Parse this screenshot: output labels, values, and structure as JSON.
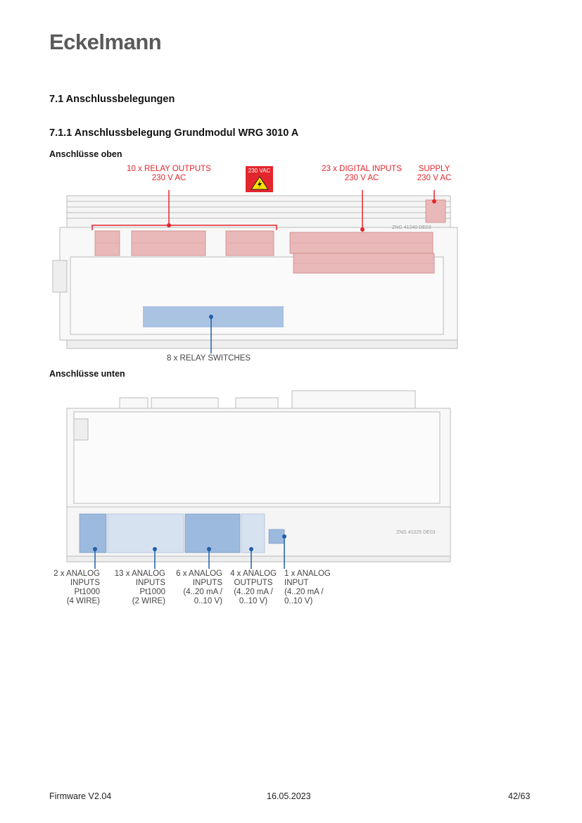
{
  "header": {
    "logo": "Eckelmann"
  },
  "section": {
    "title": "7.1  Anschlussbelegungen"
  },
  "subsection": {
    "title": "7.1.1  Anschlussbelegung Grundmodul WRG 3010 A"
  },
  "top": {
    "heading": "Anschlüsse oben",
    "labels": {
      "relay_outputs": [
        "10 x RELAY OUTPUTS",
        "230 V AC"
      ],
      "warning_badge": "230 VAC",
      "digital_inputs": [
        "23 x DIGITAL INPUTS",
        "230 V AC"
      ],
      "supply": [
        "SUPPLY",
        "230 V AC"
      ],
      "relay_switches": "8 x RELAY SWITCHES",
      "part_number": "ZNG 41240 DE03"
    },
    "accent_color": "#e3262d"
  },
  "bottom": {
    "heading": "Anschlüsse unten",
    "labels": [
      [
        "2 x ANALOG",
        "INPUTS",
        "Pt1000",
        "(4 WIRE)"
      ],
      [
        "13 x ANALOG",
        "INPUTS",
        "Pt1000",
        "(2 WIRE)"
      ],
      [
        "6 x ANALOG",
        "INPUTS",
        "(4..20 mA /",
        "0..10 V)"
      ],
      [
        "4 x ANALOG",
        "OUTPUTS",
        "(4..20 mA /",
        "0..10 V)"
      ],
      [
        "1 x ANALOG",
        "INPUT",
        "(4..20 mA /",
        "0..10 V)"
      ]
    ],
    "part_number": "ZNG 41025 DE03",
    "accent_color": "#1f5fa8"
  },
  "footer": {
    "firmware": "Firmware V2.04",
    "date": "16.05.2023",
    "page": "42/63"
  }
}
